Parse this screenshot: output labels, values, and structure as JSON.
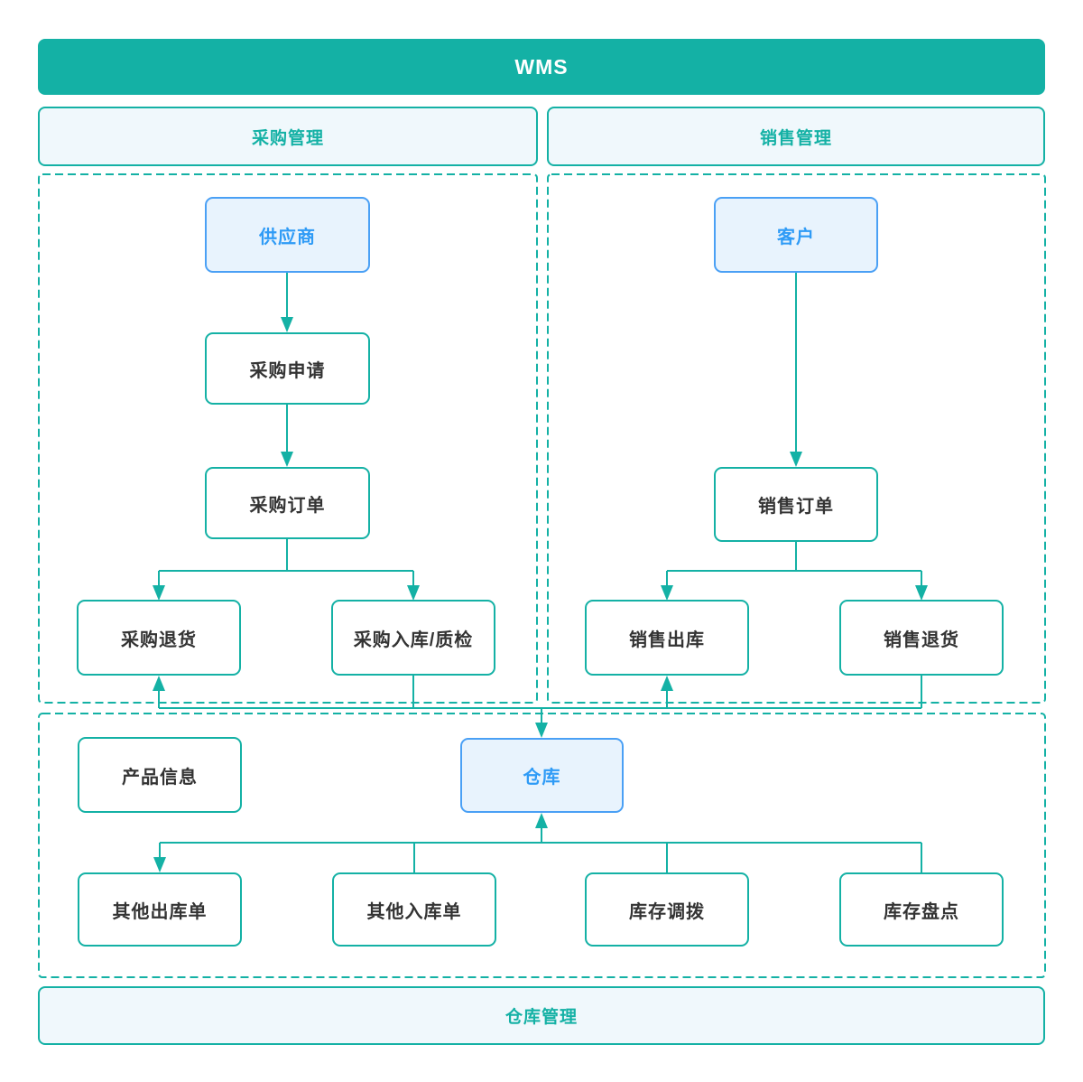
{
  "colors": {
    "teal": "#14b1a5",
    "panel_fill": "#f0f8fc",
    "blue_border": "#4aa0f5",
    "blue_fill": "#e8f3fd",
    "blue_text": "#2f9bf6",
    "text_dark": "#333333"
  },
  "banners": {
    "title": "WMS",
    "purchase": "采购管理",
    "sales": "销售管理",
    "warehouse": "仓库管理"
  },
  "nodes": {
    "supplier": "供应商",
    "purchase_request": "采购申请",
    "purchase_order": "采购订单",
    "purchase_return": "采购退货",
    "purchase_inbound_qc": "采购入库/质检",
    "customer": "客户",
    "sales_order": "销售订单",
    "sales_outbound": "销售出库",
    "sales_return": "销售退货",
    "product_info": "产品信息",
    "warehouse": "仓库",
    "other_outbound": "其他出库单",
    "other_inbound": "其他入库单",
    "stock_transfer": "库存调拨",
    "stock_count": "库存盘点"
  }
}
